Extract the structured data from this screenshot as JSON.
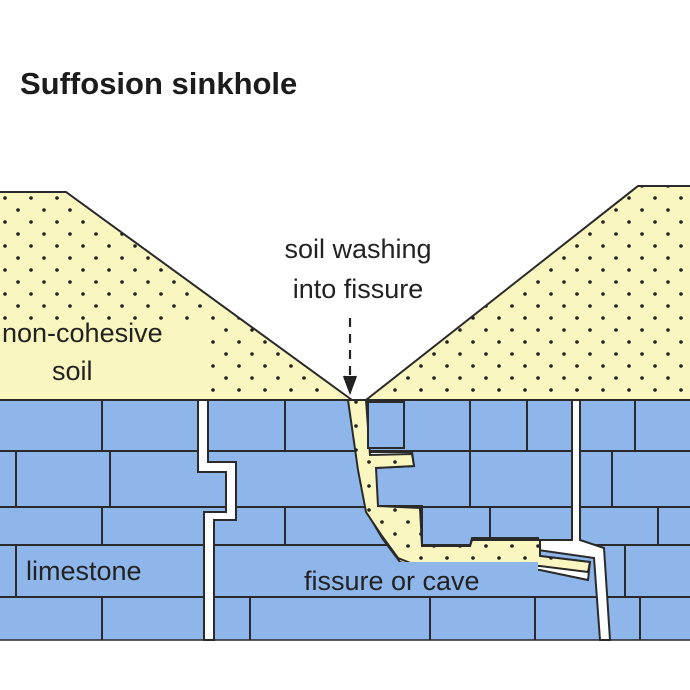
{
  "title": "Suffosion sinkhole",
  "labels": {
    "soil_washing_line1": "soil washing",
    "soil_washing_line2": "into fissure",
    "soil_line1": "non-cohesive",
    "soil_line2": "soil",
    "limestone": "limestone",
    "fissure": "fissure or cave"
  },
  "colors": {
    "soil": "#f9f6c0",
    "limestone": "#8fb6ea",
    "outline": "#2a2a2a",
    "cavity": "#ffffff",
    "background": "#ffffff"
  }
}
